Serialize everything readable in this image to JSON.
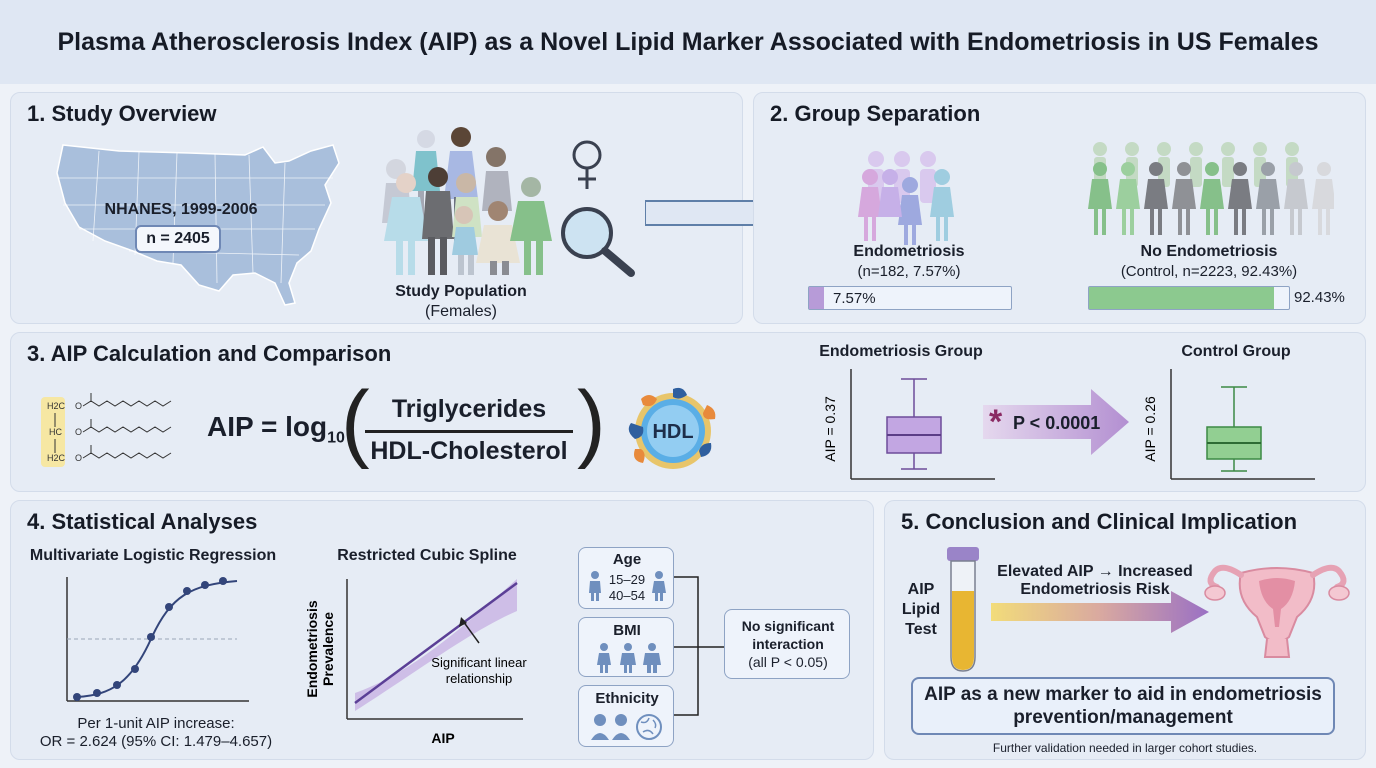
{
  "title": "Plasma Atherosclerosis Index (AIP) as a Novel Lipid Marker Associated with Endometriosis in US Females",
  "s1": {
    "heading": "1. Study Overview",
    "source": "NHANES, 1999-2006",
    "n": "n = 2405",
    "population": "Study Population",
    "population_sub": "(Females)"
  },
  "s2": {
    "heading": "2. Group Separation",
    "endo_label": "Endometriosis",
    "endo_sub": "(n=182, 7.57%)",
    "endo_pct": "7.57%",
    "endo_frac": 0.0757,
    "control_label": "No Endometriosis",
    "control_sub": "(Control, n=2223, 92.43%)",
    "control_pct": "92.43%",
    "control_frac": 0.9243,
    "endo_color": "#b79bd8",
    "control_color": "#8cc98f"
  },
  "s3": {
    "heading": "3. AIP Calculation and Comparison",
    "formula_left": "AIP = log",
    "formula_sub": "10",
    "numerator": "Triglycerides",
    "denominator": "HDL-Cholesterol",
    "hdl": "HDL",
    "mol_labels": [
      "H2C",
      "HC",
      "H2C",
      "O",
      "O",
      "O"
    ],
    "endo_group": "Endometriosis Group",
    "endo_axis": "AIP = 0.37",
    "pvalue": "P < 0.0001",
    "control_group": "Control Group",
    "control_axis": "AIP = 0.26"
  },
  "s4": {
    "heading": "4. Statistical Analyses",
    "logit_title": "Multivariate Logistic Regression",
    "logit_caption1": "Per 1-unit AIP increase:",
    "logit_caption2": "OR = 2.624 (95% CI: 1.479–4.657)",
    "rcs_title": "Restricted Cubic Spline",
    "rcs_ylabel1": "Endometriosis",
    "rcs_ylabel2": "Prevalence",
    "rcs_xlabel": "AIP",
    "rcs_note1": "Significant linear",
    "rcs_note2": "relationship",
    "age_label": "Age",
    "age_range1": "15–29",
    "age_range2": "40–54",
    "bmi_label": "BMI",
    "eth_label": "Ethnicity",
    "interaction1": "No significant",
    "interaction2": "interaction",
    "interaction3": "(all P < 0.05)"
  },
  "s5": {
    "heading": "5. Conclusion and Clinical Implication",
    "test1": "AIP",
    "test2": "Lipid",
    "test3": "Test",
    "arrow1": "Elevated AIP → Increased",
    "arrow2": "Endometriosis Risk",
    "marker1": "AIP as a new marker to aid in endometriosis",
    "marker2": "prevention/management",
    "footnote": "Further validation needed in larger cohort studies."
  }
}
